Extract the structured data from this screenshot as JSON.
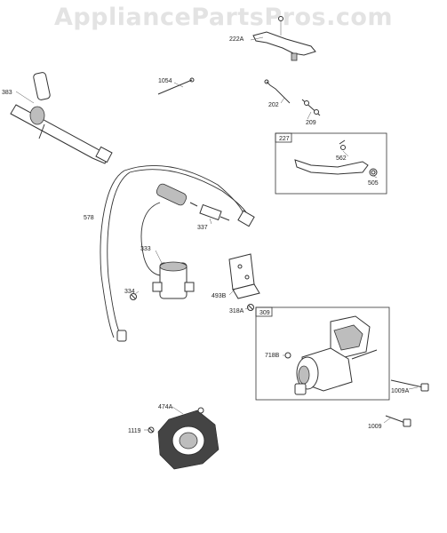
{
  "watermark": "AppliancePartsPros.com",
  "groups": {
    "g227": "227",
    "g309": "309"
  },
  "labels": {
    "l222A": "222A",
    "l383": "383",
    "l1054": "1054",
    "l202": "202",
    "l209": "209",
    "l562": "562",
    "l505": "505",
    "l578": "578",
    "l337": "337",
    "l333": "333",
    "l334": "334",
    "l493B": "493B",
    "l318A": "318A",
    "l718B": "718B",
    "l1009A": "1009A",
    "l1009": "1009",
    "l474A": "474A",
    "l1119": "1119"
  }
}
